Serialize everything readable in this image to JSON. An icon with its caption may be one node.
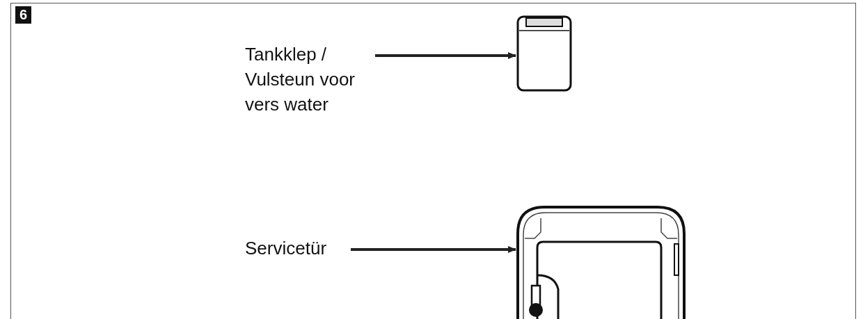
{
  "diagram": {
    "nodes": [
      {
        "text": [
          "Tankklep / Vulsteun voor vers water"
        ]
      },
      {
        "text": [],
        "shape": "picture"
      },
      {
        "text": [
          "Servicetür"
        ]
      },
      {
        "text": [],
        "shape": "picture"
      }
    ],
    "edges": [
      {
        "from": 0,
        "to": 1,
        "arrow": "to"
      },
      {
        "from": 2,
        "to": 3,
        "arrow": "to"
      }
    ],
    "labels": [
      "6"
    ]
  }
}
